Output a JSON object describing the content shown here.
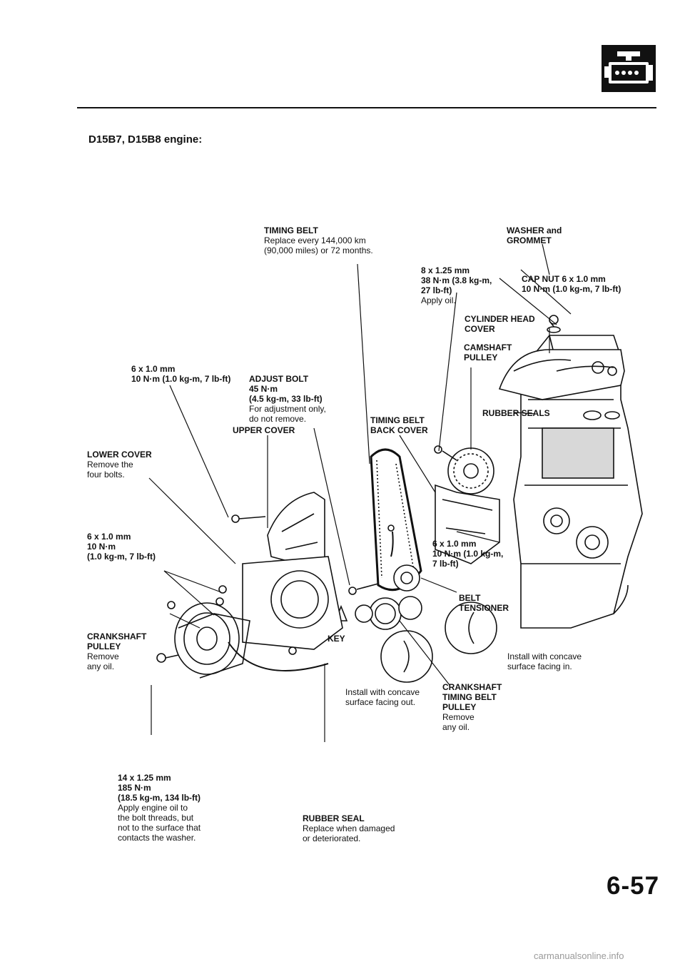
{
  "header": {
    "title": "D15B7, D15B8 engine:",
    "page_number": "6-57",
    "icon": "engine-icon"
  },
  "watermark": "carmanualsonline.info",
  "callouts": {
    "timing_belt": {
      "title": "TIMING BELT",
      "lines": [
        "Replace every 144,000 km",
        "(90,000 miles) or 72 months."
      ]
    },
    "washer_grommet": {
      "lines": [
        "WASHER and",
        "GROMMET"
      ]
    },
    "bolt_8x125": {
      "lines": [
        "8 x 1.25 mm",
        "38 N·m (3.8 kg-m,",
        "27 lb-ft)"
      ],
      "note": "Apply oil."
    },
    "cap_nut": {
      "lines": [
        "CAP NUT 6 x 1.0 mm",
        "10 N·m (1.0 kg-m, 7 lb-ft)"
      ]
    },
    "cylinder_head_cover": {
      "lines": [
        "CYLINDER HEAD",
        "COVER"
      ]
    },
    "camshaft_pulley": {
      "lines": [
        "CAMSHAFT",
        "PULLEY"
      ]
    },
    "bolt_6x10_top": {
      "lines": [
        "6 x 1.0 mm",
        "10 N·m (1.0 kg-m, 7 lb-ft)"
      ]
    },
    "adjust_bolt": {
      "title": "ADJUST BOLT",
      "bold_lines": [
        "45 N·m",
        "(4.5 kg-m, 33 lb-ft)"
      ],
      "lines": [
        "For adjustment only,",
        "do not remove."
      ]
    },
    "upper_cover": {
      "title": "UPPER COVER"
    },
    "timing_belt_back_cover": {
      "lines": [
        "TIMING BELT",
        "BACK COVER"
      ]
    },
    "rubber_seals": {
      "title": "RUBBER SEALS"
    },
    "lower_cover": {
      "title": "LOWER COVER",
      "lines": [
        "Remove the",
        "four bolts."
      ]
    },
    "bolt_6x10_left": {
      "lines": [
        "6 x 1.0 mm",
        "10 N·m",
        "(1.0 kg-m, 7 lb-ft)"
      ]
    },
    "bolt_6x10_right": {
      "lines": [
        "6 x 1.0 mm",
        "10 N·m (1.0 kg-m,",
        "7 lb-ft)"
      ]
    },
    "belt_tensioner": {
      "lines": [
        "BELT",
        "TENSIONER"
      ]
    },
    "crankshaft_pulley": {
      "lines": [
        "CRANKSHAFT",
        "PULLEY"
      ],
      "note": [
        "Remove",
        "any oil."
      ]
    },
    "key": {
      "title": "KEY"
    },
    "concave_in": {
      "lines": [
        "Install with concave",
        "surface facing in."
      ]
    },
    "concave_out": {
      "lines": [
        "Install with concave",
        "surface facing out."
      ]
    },
    "crank_timing_pulley": {
      "lines": [
        "CRANKSHAFT",
        "TIMING BELT",
        "PULLEY"
      ],
      "note": [
        "Remove",
        "any oil."
      ]
    },
    "crank_bolt": {
      "bold_lines": [
        "14 x 1.25 mm",
        "185 N·m",
        "(18.5 kg-m, 134 lb-ft)"
      ],
      "lines": [
        "Apply engine oil to",
        "the bolt threads, but",
        "not to the surface that",
        "contacts the washer."
      ]
    },
    "rubber_seal": {
      "title": "RUBBER SEAL",
      "lines": [
        "Replace when damaged",
        "or deteriorated."
      ]
    }
  }
}
